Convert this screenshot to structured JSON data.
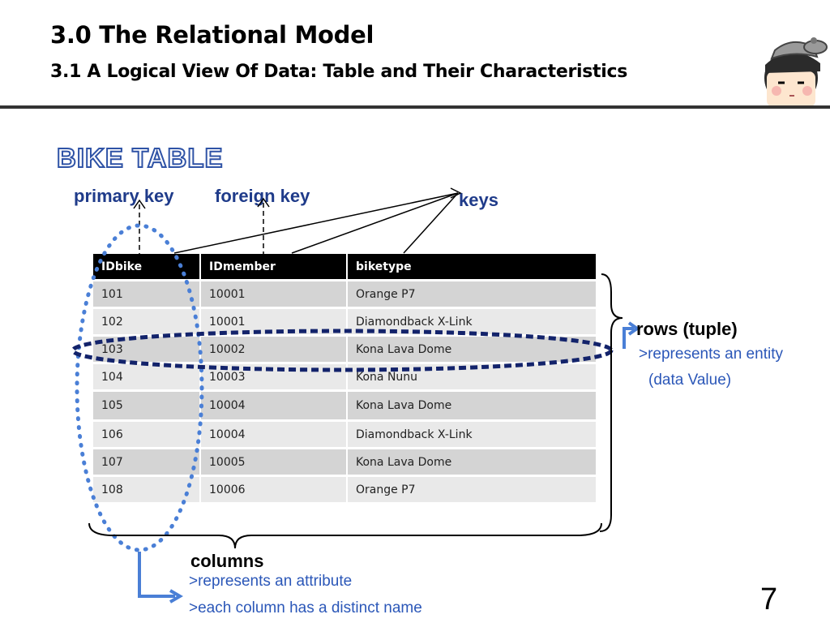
{
  "slide": {
    "title": "3.0 The Relational Model",
    "subtitle": "3.1 A Logical View Of Data: Table and Their Characteristics",
    "section_title": "BIKE TABLE",
    "page_number": "7"
  },
  "labels": {
    "primary_key": "primary key",
    "foreign_key": "foreign key",
    "keys": "keys",
    "rows": "rows (tuple)",
    "rows_note1": ">represents an entity",
    "rows_note2": "(data Value)",
    "columns": "columns",
    "columns_note1": ">represents an attribute",
    "columns_note2": ">each column has a distinct name"
  },
  "table": {
    "headers": [
      "IDbike",
      "IDmember",
      "biketype"
    ],
    "rows": [
      [
        "101",
        "10001",
        "Orange P7"
      ],
      [
        "102",
        "10001",
        "Diamondback X-Link"
      ],
      [
        "103",
        "10002",
        "Kona Lava Dome"
      ],
      [
        "104",
        "10003",
        "Kona Nunu"
      ],
      [
        "105",
        "10004",
        "Kona Lava Dome"
      ],
      [
        "106",
        "10004",
        "Diamondback X-Link"
      ],
      [
        "107",
        "10005",
        "Kona Lava Dome"
      ],
      [
        "108",
        "10006",
        "Orange P7"
      ]
    ]
  },
  "colors": {
    "header_bg": "#000000",
    "label_blue": "#1f3b8a",
    "note_blue": "#2b57b8",
    "dotted_light": "#4a7fd6",
    "dotted_dark": "#13236b"
  },
  "icons": {
    "mascot": "cartoon-face-with-cap-icon"
  }
}
